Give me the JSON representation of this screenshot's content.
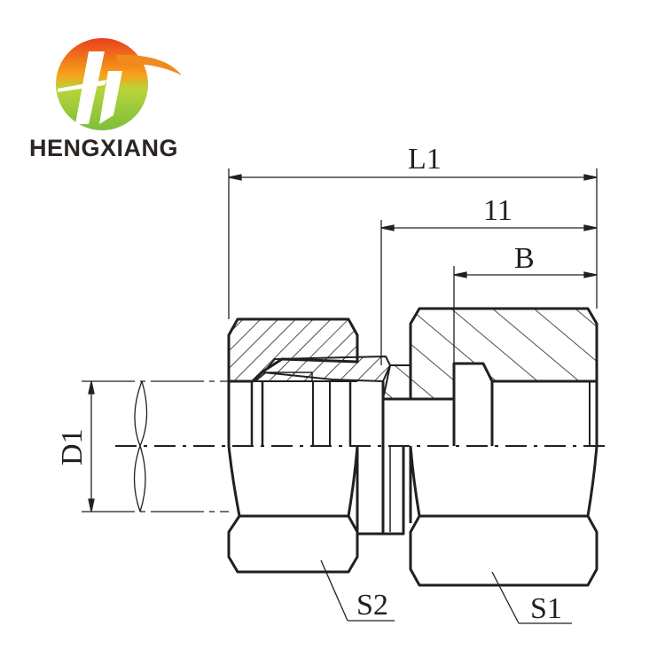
{
  "logo": {
    "brand_name": "HENGXIANG",
    "colors": {
      "top": "#e8401c",
      "mid": "#f7a21b",
      "bottom": "#8cc63f"
    }
  },
  "drawing": {
    "dimensions": {
      "overall_length": "L1",
      "length_1": "11",
      "thread_length": "B",
      "diameter": "D1",
      "hex_nut": "S2",
      "hex_body": "S1"
    },
    "line_color": "#231f20"
  }
}
